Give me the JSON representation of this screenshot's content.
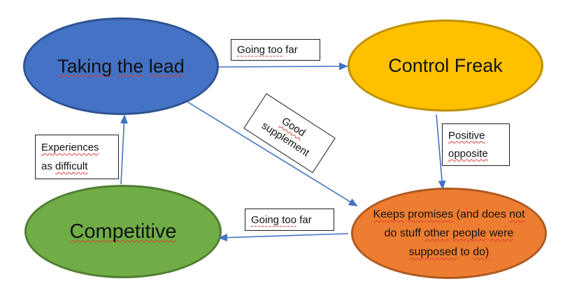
{
  "canvas": {
    "background": "#FFFFFF"
  },
  "colors": {
    "node_blue_fill": "#4472C4",
    "node_blue_stroke": "#2E5391",
    "node_gold_fill": "#FFC000",
    "node_gold_stroke": "#BF9000",
    "node_green_fill": "#70AD47",
    "node_green_stroke": "#507E32",
    "node_orange_fill": "#ED7D31",
    "node_orange_stroke": "#AE5A21",
    "arrow": "#4472C4",
    "spellcheck_underline": "#E03B32",
    "label_box_border": "#1F1F1F",
    "text": "#111111"
  },
  "nodes": {
    "taking": {
      "label": "Taking the lead",
      "words": [
        "Taking",
        "the",
        "lead"
      ]
    },
    "control": {
      "label": "Control Freak"
    },
    "competitive": {
      "label": "Competitive"
    },
    "keeps": {
      "label": "Keeps promises (and does not do stuff other people were supposed to do)",
      "line1": [
        "Keeps",
        "promises",
        "(and",
        "does",
        "not"
      ],
      "line2": [
        "do",
        "stuff",
        "other",
        "people",
        "were"
      ],
      "line3": [
        "supposed",
        "to",
        "do)"
      ]
    }
  },
  "edge_labels": {
    "top": {
      "text": "Going too far",
      "part1": "Going too",
      "part2": "far"
    },
    "good_supplement": {
      "text": "Good supplement",
      "line1": "Good",
      "line2": "supplement"
    },
    "positive_opposite": {
      "text": "Positive opposite",
      "line1": "Positive",
      "line2": "opposite"
    },
    "bottom": {
      "text": "Going too far",
      "part1": "Going too",
      "part2": "far"
    },
    "experiences": {
      "text": "Experiences as difficult",
      "line1": "Experiences",
      "line2_a": "as",
      "line2_b": "difficult"
    }
  },
  "edges": [
    {
      "from": "Taking the lead",
      "to": "Control Freak",
      "label": "Going too far"
    },
    {
      "from": "Taking the lead",
      "to": "Keeps promises (and does not do stuff other people were supposed to do)",
      "label": "Good supplement"
    },
    {
      "from": "Control Freak",
      "to": "Keeps promises (and does not do stuff other people were supposed to do)",
      "label": "Positive opposite"
    },
    {
      "from": "Keeps promises (and does not do stuff other people were supposed to do)",
      "to": "Competitive",
      "label": "Going too far"
    },
    {
      "from": "Competitive",
      "to": "Taking the lead",
      "label": "Experiences as difficult"
    }
  ]
}
